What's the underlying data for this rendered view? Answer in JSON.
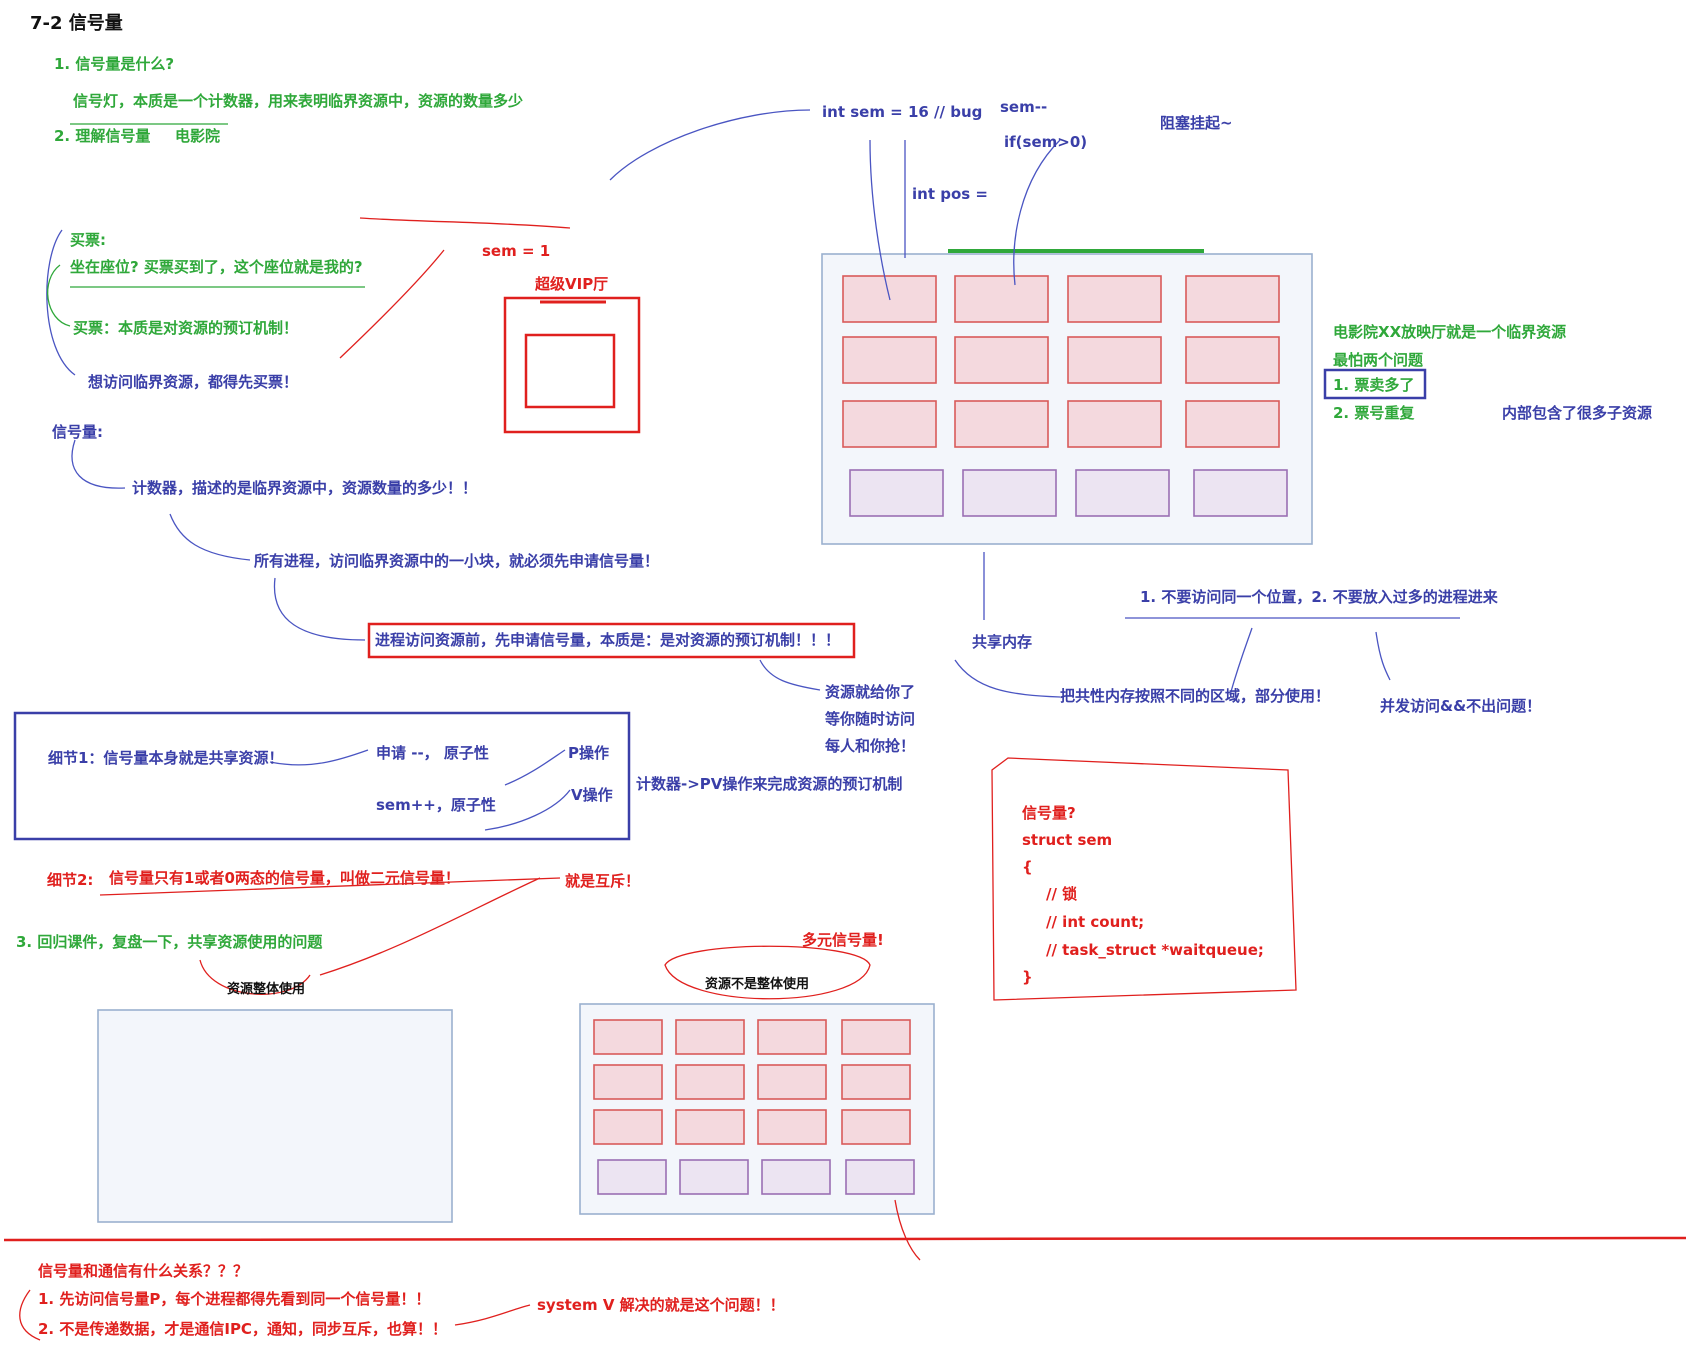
{
  "page": {
    "title": "7-2 信号量",
    "q1": "1. 信号量是什么?",
    "a1": "信号灯，本质是一个计数器，用来表明临界资源中，资源的数量多少",
    "q2": "2. 理解信号量",
    "q2_target": "电影院",
    "buy_label": "买票:",
    "buy_question": "坐在座位? 买票买到了，这个座位就是我的?",
    "buy_essence": "买票：本质是对资源的预订机制！",
    "access_rule": "想访问临界资源，都得先买票！",
    "sem_label": "信号量:",
    "counter_desc": "计数器，描述的是临界资源中，资源数量的多少！！",
    "all_proc": "所有进程，访问临界资源中的一小块，就必须先申请信号量！",
    "proc_essence": "进程访问资源前，先申请信号量，本质是：是对资源的预订机制！！！",
    "given_1": "资源就给你了",
    "given_2": "等你随时访问",
    "given_3": "每人和你抢！",
    "sem_eq_1": "sem = 1",
    "vip_hall": "超级VIP厅",
    "int_sem": "int sem = 16 // bug",
    "sem_dec": "sem--",
    "if_sem": "if(sem>0)",
    "int_pos": "int pos = ",
    "block": "阻塞挂起~",
    "cinema_1": "电影院XX放映厅就是一个临界资源",
    "cinema_2": "最怕两个问题",
    "cinema_p1": "1. 票卖多了",
    "cinema_p2": "2. 票号重复",
    "sub_res": "内部包含了很多子资源",
    "rule_line": "1. 不要访问同一个位置，2. 不要放入过多的进程进来",
    "shm": "共享内存",
    "shm_split": "把共性内存按照不同的区域，部分使用！",
    "concurrent": "并发访问&&不出问题！",
    "detail1": "细节1：信号量本身就是共享资源！",
    "apply": "申请 --，  原子性",
    "p_op": "P操作",
    "release": "sem++，原子性",
    "v_op": "V操作",
    "pv_mech": "计数器->PV操作来完成资源的预订机制",
    "detail2_label": "细节2:",
    "detail2": "信号量只有1或者0两态的信号量，叫做二元信号量！",
    "mutex": "就是互斥！",
    "review": "3. 回归课件，复盘一下，共享资源使用的问题",
    "whole_use": "资源整体使用",
    "multi_sem": "多元信号量!",
    "not_whole": "资源不是整体使用",
    "code": [
      "信号量?",
      "struct sem",
      "{",
      "// 锁",
      "// int count;",
      "// task_struct *waitqueue;",
      "}"
    ],
    "ipc_q": "信号量和通信有什么关系？？？",
    "ipc_1": "1. 先访问信号量P，每个进程都得先看到同一个信号量！！",
    "ipc_2": "2.  不是传递数据，才是通信IPC，通知，同步互斥，也算！！",
    "sysv": "system V 解决的就是这个问题！！"
  },
  "colors": {
    "green": "#2fa83a",
    "blue": "#3a3fa8",
    "red": "#e0201e",
    "seat_fill": "#f4d9de",
    "hall_fill": "#f3f6fb"
  }
}
